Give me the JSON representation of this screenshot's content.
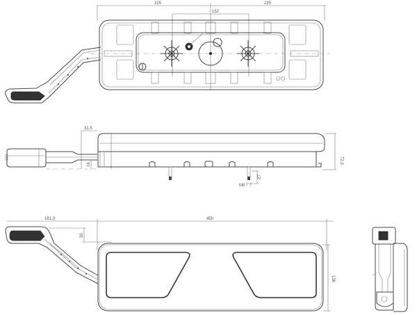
{
  "drawing": {
    "subject": "Truck rear combination lamp with side marker arm",
    "views": [
      {
        "name": "rear-view-top",
        "label": ""
      },
      {
        "name": "side-view",
        "label": ""
      },
      {
        "name": "front-view",
        "label": ""
      },
      {
        "name": "end-view",
        "label": ""
      }
    ]
  },
  "dimensions": {
    "top_left_half": "225",
    "top_right_half": "225",
    "mount_spacing": "152",
    "arm_offset_side": "31.5",
    "arm_height_side": "16",
    "body_depth": "72.3",
    "stud_length": "27",
    "stud_thread": "M8",
    "arm_offset_front": "181.3",
    "arm_drop_front": "30",
    "overall_length": "450",
    "overall_height": "136"
  },
  "colors": {
    "line": "#444444",
    "lens_dark": "#333333",
    "background": "#ffffff"
  }
}
